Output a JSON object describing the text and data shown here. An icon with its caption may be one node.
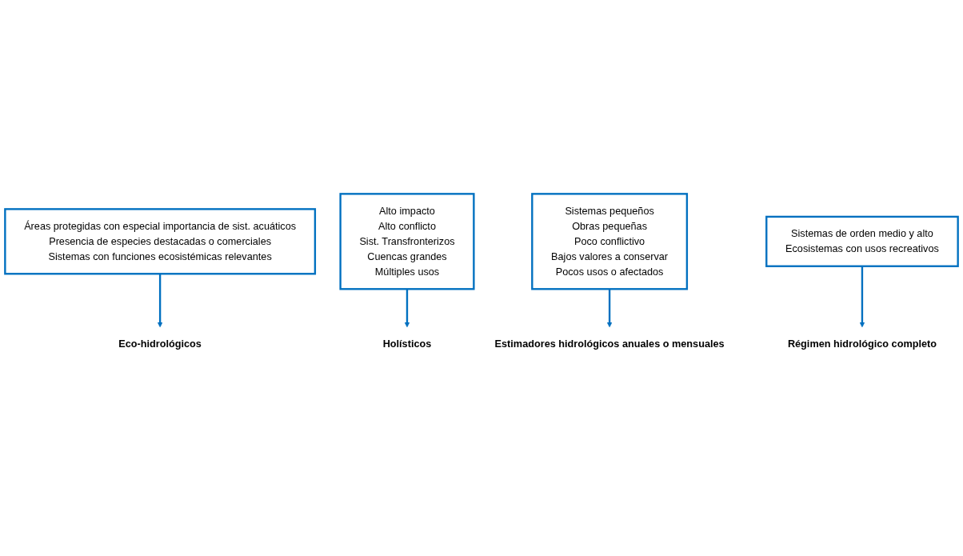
{
  "diagram": {
    "nodes": [
      {
        "text": [
          "Eco-hidrológicos"
        ]
      },
      {
        "text": [
          "Áreas protegidas con especial importancia de sist. acuáticos",
          "Presencia de especies destacadas o comerciales",
          "Sistemas con funciones ecosistémicas relevantes"
        ]
      },
      {
        "text": [
          "Holísticos"
        ]
      },
      {
        "text": [
          "Alto impacto",
          "Alto  conflicto",
          "Sist. Transfronterizos",
          "Cuencas grandes",
          "Múltiples usos"
        ]
      },
      {
        "text": [
          "Sistemas pequeños",
          "Obras pequeñas",
          "Poco conflictivo",
          "Bajos valores a conservar",
          "Pocos usos o afectados"
        ]
      },
      {
        "text": [
          "Estimadores hidrológicos anuales o mensuales"
        ]
      },
      {
        "text": [
          "Sistemas de orden medio y alto",
          "Ecosistemas con usos recreativos"
        ]
      },
      {
        "text": [
          "Régimen hidrológico completo"
        ]
      }
    ],
    "edges": [
      {
        "from": 1,
        "to": 0,
        "arrow": "to"
      },
      {
        "from": 3,
        "to": 2,
        "arrow": "to"
      },
      {
        "from": 4,
        "to": 5,
        "arrow": "to"
      },
      {
        "from": 6,
        "to": 7,
        "arrow": "to"
      }
    ]
  }
}
